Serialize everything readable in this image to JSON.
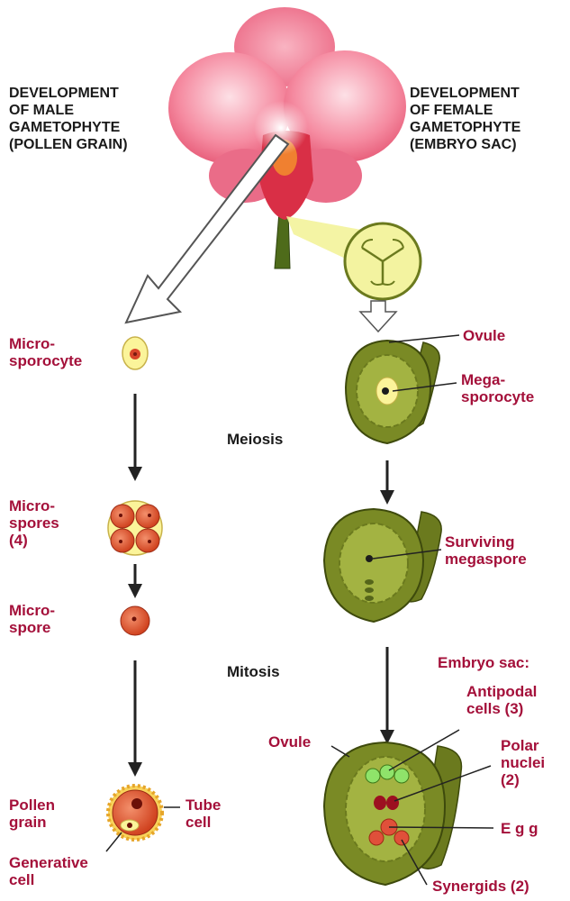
{
  "headings": {
    "male": "DEVELOPMENT\nOF MALE\nGAMETOPHYTE\n(POLLEN GRAIN)",
    "female": "DEVELOPMENT\nOF FEMALE\nGAMETOPHYTE\n(EMBRYO SAC)"
  },
  "male": {
    "microsporocyte": "Micro-\nsporocyte",
    "microspores": "Micro-\nspores\n(4)",
    "microspore": "Micro-\nspore",
    "pollen_grain": "Pollen\ngrain",
    "tube_cell": "Tube\ncell",
    "generative_cell": "Generative\ncell"
  },
  "process": {
    "meiosis": "Meiosis",
    "mitosis": "Mitosis"
  },
  "female": {
    "ovule": "Ovule",
    "megasporocyte": "Mega-\nsporocyte",
    "surviving_megaspore": "Surviving\nmegaspore",
    "embryo_sac": "Embryo sac:",
    "antipodal_cells": "Antipodal\ncells (3)",
    "ovule_2": "Ovule",
    "polar_nuclei": "Polar\nnuclei\n(2)",
    "egg": "E g g",
    "synergids": "Synergids (2)"
  },
  "colors": {
    "label": "#a4103a",
    "ovule_green": "#6b7a1e",
    "pollen_red": "#d8452a",
    "flower_pink": "#f06f86"
  }
}
